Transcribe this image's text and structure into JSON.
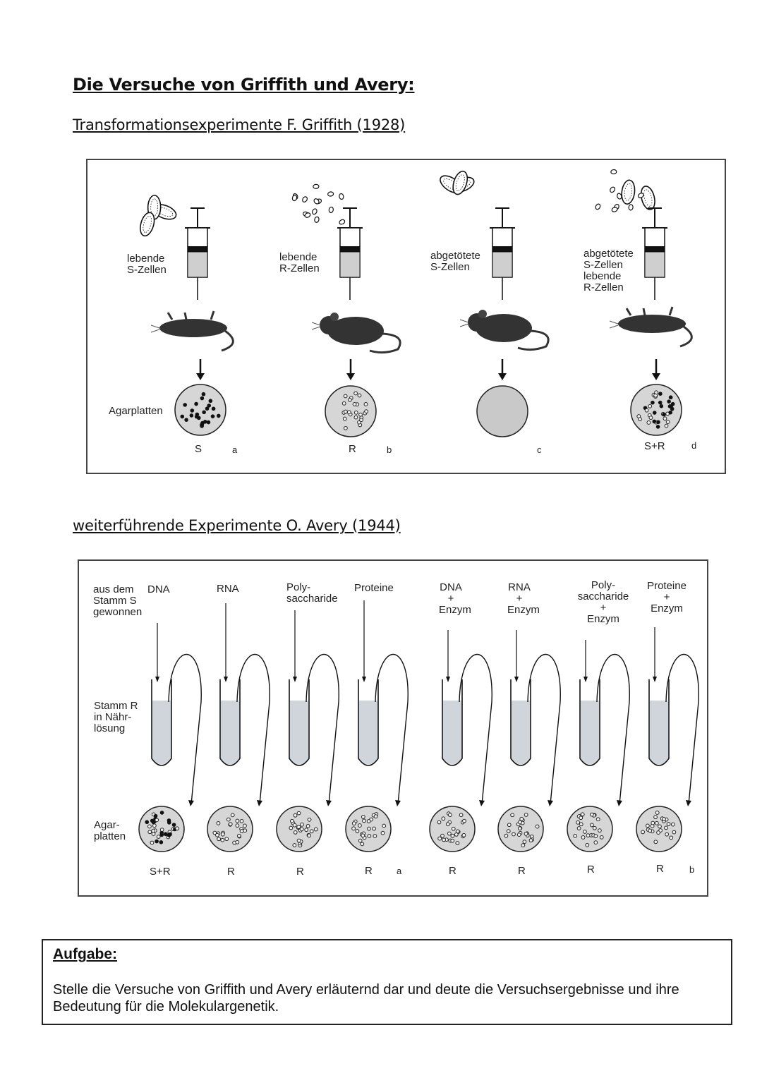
{
  "title": "Die Versuche von Griffith und Avery:",
  "griffith": {
    "heading": "Transformationsexperimente F. Griffith (1928)",
    "agar_label": "Agarplatten",
    "panels": [
      {
        "injection": "lebende\nS-Zellen",
        "plate": "S",
        "letter": "a",
        "mouse": "dead",
        "colonies": "S"
      },
      {
        "injection": "lebende\nR-Zellen",
        "plate": "R",
        "letter": "b",
        "mouse": "alive",
        "colonies": "R"
      },
      {
        "injection": "abgetötete\nS-Zellen",
        "plate": "",
        "letter": "c",
        "mouse": "alive",
        "colonies": "none"
      },
      {
        "injection": "abgetötete\nS-Zellen\nlebende\nR-Zellen",
        "plate": "S+R",
        "letter": "d",
        "mouse": "dead",
        "colonies": "S+R"
      }
    ]
  },
  "avery": {
    "heading": "weiterführende Experimente O. Avery (1944)",
    "source_label": "aus dem\nStamm S\ngewonnen",
    "tube_label": "Stamm R\nin Nähr-\nlösung",
    "agar_label": "Agar-\nplatten",
    "columns": [
      {
        "substance": "DNA",
        "plate": "S+R",
        "letter": ""
      },
      {
        "substance": "RNA",
        "plate": "R",
        "letter": ""
      },
      {
        "substance": "Poly-\nsaccharide",
        "plate": "R",
        "letter": ""
      },
      {
        "substance": "Proteine",
        "plate": "R",
        "letter": "a"
      },
      {
        "substance": "DNA\n+\nEnzym",
        "plate": "R",
        "letter": ""
      },
      {
        "substance": "RNA\n+\nEnzym",
        "plate": "R",
        "letter": ""
      },
      {
        "substance": "Poly-\nsaccharide\n+\nEnzym",
        "plate": "R",
        "letter": ""
      },
      {
        "substance": "Proteine\n+\nEnzym",
        "plate": "R",
        "letter": "b"
      }
    ]
  },
  "task": {
    "title": "Aufgabe:",
    "text": "Stelle die Versuche von Griffith und Avery erläuternd dar und deute die Versuchsergebnisse und ihre Bedeutung für die Molekulargenetik."
  }
}
